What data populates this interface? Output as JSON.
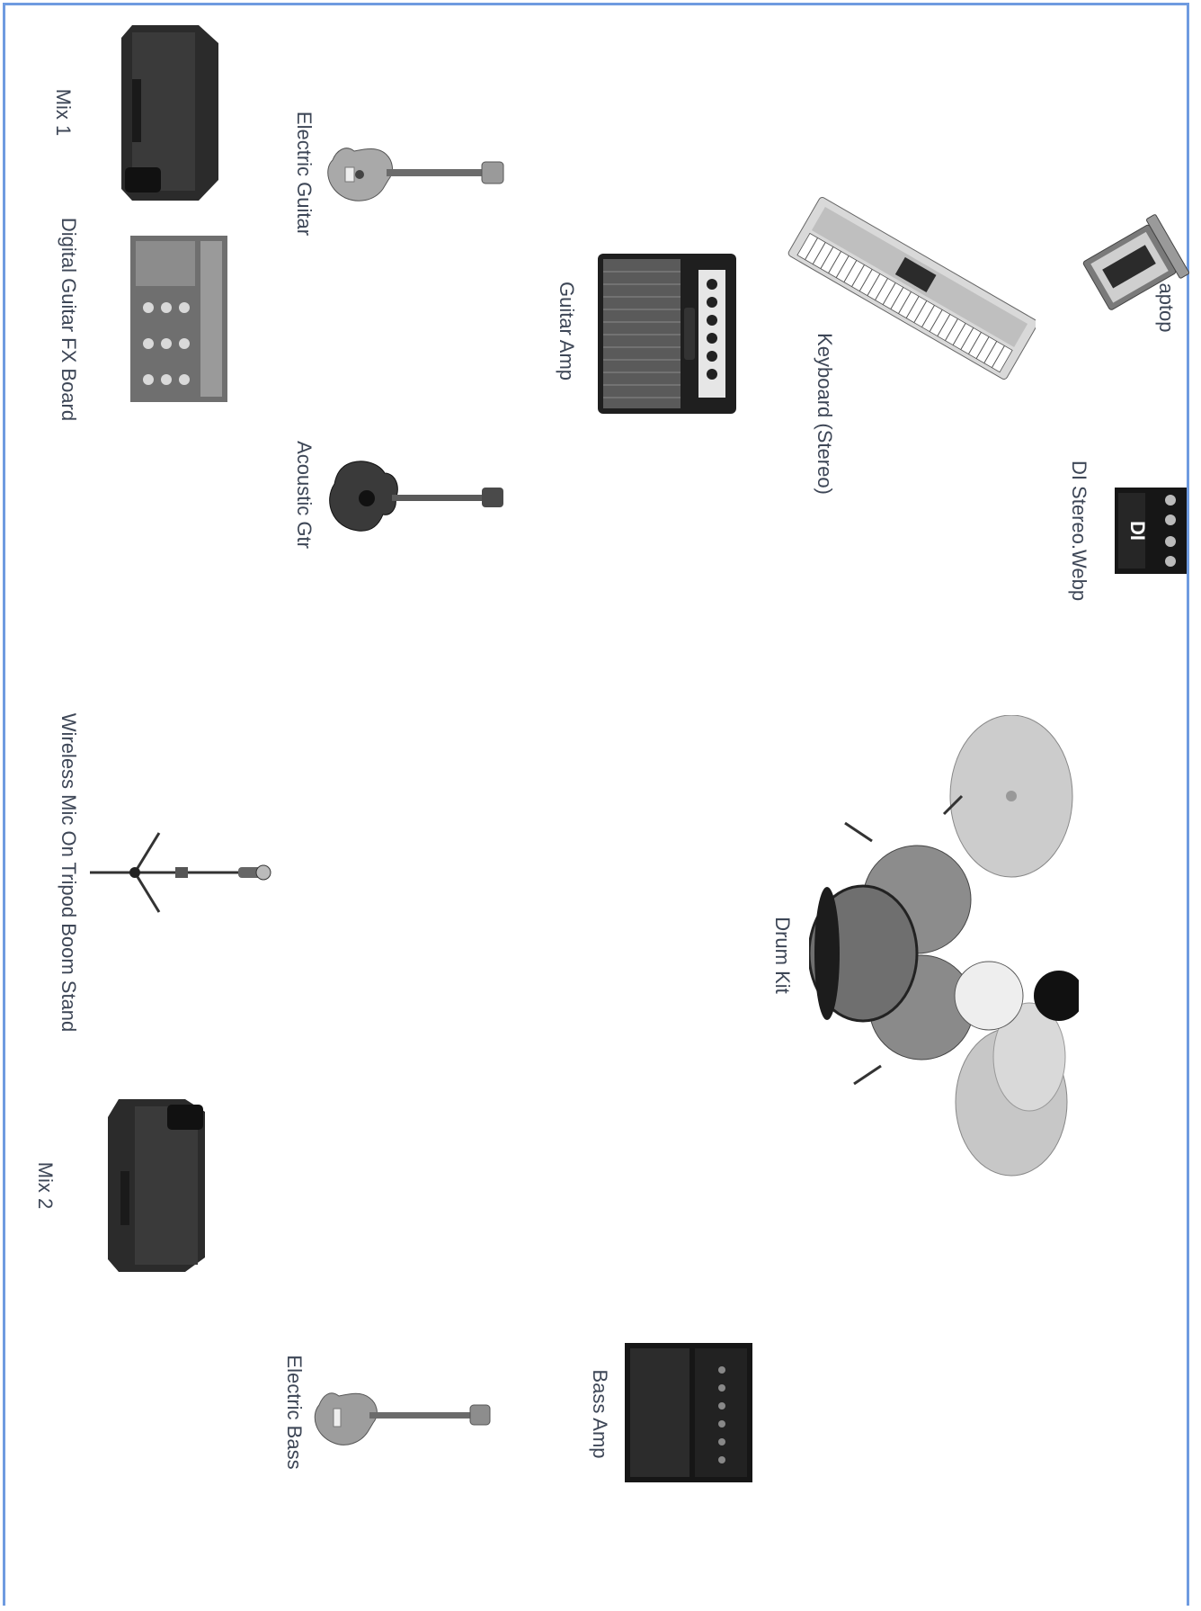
{
  "labels": {
    "laptop": "aptop",
    "di_stereo": "DI  Stereo.Webp",
    "keyboard": "Keyboard (Stereo)",
    "guitar_amp": "Guitar Amp",
    "electric_guitar": "Electric Guitar",
    "acoustic_gtr": "Acoustic Gtr",
    "mix1": "Mix 1",
    "fx_board": "Digital Guitar FX Board",
    "wireless_mic": "Wireless Mic On Tripod Boom Stand",
    "drum_kit": "Drum Kit",
    "mix2": "Mix 2",
    "bass_amp": "Bass Amp",
    "electric_bass": "Electric Bass"
  },
  "di_box_text": "DI",
  "colors": {
    "border": "#6f9be0",
    "label": "#3d4656",
    "speaker": "#2b2b2b",
    "metal": "#d6d6d6"
  }
}
